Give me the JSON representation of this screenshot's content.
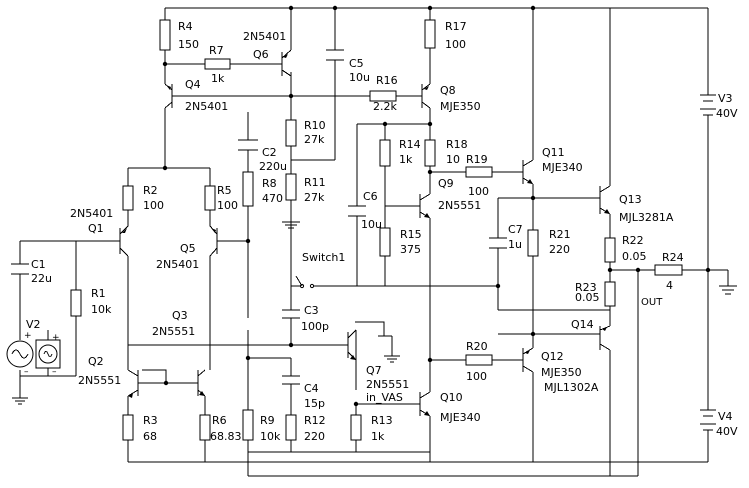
{
  "labels": {
    "R4": "R4",
    "R4_val": "150",
    "R7": "R7",
    "R7_val": "1k",
    "Q6": "2N5401",
    "Q6_ref": "Q6",
    "C5": "C5",
    "C5_val": "10u",
    "R16": "R16",
    "R16_val": "2.2k",
    "R17": "R17",
    "R17_val": "100",
    "Q8": "Q8",
    "Q8_part": "MJE350",
    "Q4": "Q4",
    "Q4_part": "2N5401",
    "R10": "R10",
    "R10_val": "27k",
    "R11": "R11",
    "R11_val": "27k",
    "C2": "C2",
    "C2_val": "220u",
    "R8": "R8",
    "R8_val": "470",
    "R14": "R14",
    "R14_val": "1k",
    "R18": "R18",
    "R18_val": "10",
    "R19": "R19",
    "R19_val": "100",
    "Q11": "Q11",
    "Q11_part": "MJE340",
    "Q9": "Q9",
    "Q9_part": "2N5551",
    "C6": "C6",
    "C6_val": "10u",
    "R15": "R15",
    "R15_val": "375",
    "C7": "C7",
    "C7_val": "1u",
    "R21": "R21",
    "R21_val": "220",
    "Q13": "Q13",
    "Q13_part": "MJL3281A",
    "R22": "R22",
    "R22_val": "0.05",
    "R24": "R24",
    "R24_val": "4",
    "R23": "R23",
    "R23_val": "0.05",
    "OUT": "OUT",
    "V3": "V3",
    "V3_val": "40V",
    "V4": "V4",
    "V4_val": "40V",
    "R2": "R2",
    "R2_val": "100",
    "R5": "R5",
    "R5_val": "100",
    "Q1_part": "2N5401",
    "Q1": "Q1",
    "C1": "C1",
    "C1_val": "22u",
    "R1": "R1",
    "R1_val": "10k",
    "Q5": "Q5",
    "Q5_part": "2N5401",
    "Switch1": "Switch1",
    "C3": "C3",
    "C3_val": "100p",
    "Q3": "Q3",
    "Q3_part": "2N5551",
    "V2": "V2",
    "Q2": "Q2",
    "Q2_part": "2N5551",
    "Q7": "Q7",
    "Q7_part": "2N5551",
    "Q7_net": "in_VAS",
    "R20": "R20",
    "R20_val": "100",
    "Q12": "Q12",
    "Q12_part": "MJE350",
    "Q14": "Q14",
    "Q14_part": "MJL1302A",
    "C4": "C4",
    "C4_val": "15p",
    "Q10": "Q10",
    "Q10_part": "MJE340",
    "R3": "R3",
    "R3_val": "68",
    "R6": "R6",
    "R6_val": "68.83",
    "R9": "R9",
    "R9_val": "10k",
    "R12": "R12",
    "R12_val": "220",
    "R13": "R13",
    "R13_val": "1k"
  }
}
